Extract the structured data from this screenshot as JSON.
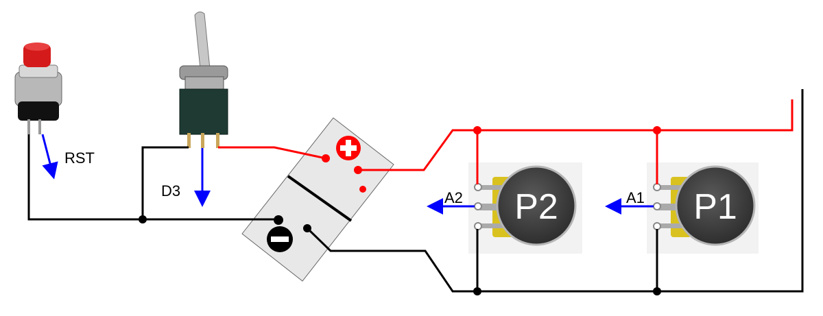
{
  "labels": {
    "reset": "RST",
    "d3": "D3",
    "a2": "A2",
    "a1": "A1",
    "pot2": "P2",
    "pot1": "P1"
  },
  "colors": {
    "positive_wire": "#ff0000",
    "ground_wire": "#000000",
    "signal_arrow": "#0000ff",
    "battery_fill": "#e8e8e8"
  }
}
